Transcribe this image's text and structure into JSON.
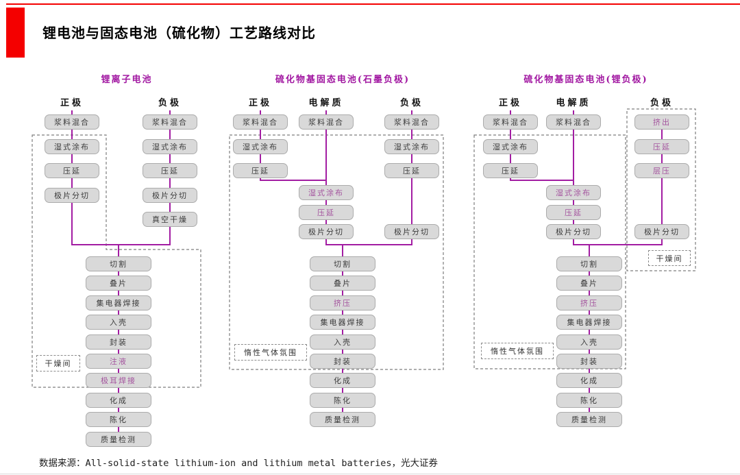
{
  "page": {
    "title": "锂电池与固态电池（硫化物）工艺路线对比",
    "source": "数据来源：All-solid-state lithium-ion and lithium metal batteries，光大证券"
  },
  "colors": {
    "accent_red": "#F40000",
    "connector_purple": "#A21CA2",
    "highlight_text_purple": "#A4549E",
    "diagram_title_purple": "#A117A1",
    "box_fill": "#D9D9D9",
    "box_border": "#ABABAB"
  },
  "diagrams": [
    {
      "title": "锂离子电池",
      "columns": [
        {
          "header": "正极",
          "steps": [
            {
              "label": "浆料混合"
            },
            {
              "label": "湿式涂布"
            },
            {
              "label": "压延"
            },
            {
              "label": "极片分切"
            }
          ]
        },
        {
          "header": "负极",
          "steps": [
            {
              "label": "浆料混合"
            },
            {
              "label": "湿式涂布"
            },
            {
              "label": "压延"
            },
            {
              "label": "极片分切"
            },
            {
              "label": "真空干燥"
            }
          ]
        }
      ],
      "merged_steps": [
        {
          "label": "切割"
        },
        {
          "label": "叠片"
        },
        {
          "label": "集电器焊接"
        },
        {
          "label": "入壳"
        },
        {
          "label": "封装"
        },
        {
          "label": "注液",
          "highlight": true
        },
        {
          "label": "极耳焊接",
          "highlight": true
        },
        {
          "label": "化成"
        },
        {
          "label": "陈化"
        },
        {
          "label": "质量检测"
        }
      ],
      "zone_labels": [
        {
          "text": "干燥间"
        }
      ]
    },
    {
      "title": "硫化物基固态电池(石墨负极)",
      "columns": [
        {
          "header": "正极",
          "steps": [
            {
              "label": "浆料混合"
            },
            {
              "label": "湿式涂布"
            },
            {
              "label": "压延"
            }
          ]
        },
        {
          "header": "电解质",
          "steps": [
            {
              "label": "浆料混合"
            },
            {
              "label": "湿式涂布",
              "highlight": true
            },
            {
              "label": "压延",
              "highlight": true
            },
            {
              "label": "极片分切"
            }
          ]
        },
        {
          "header": "负极",
          "steps": [
            {
              "label": "浆料混合"
            },
            {
              "label": "湿式涂布"
            },
            {
              "label": "压延"
            },
            {
              "label": "极片分切"
            }
          ]
        }
      ],
      "merged_steps": [
        {
          "label": "切割"
        },
        {
          "label": "叠片"
        },
        {
          "label": "挤压",
          "highlight": true
        },
        {
          "label": "集电器焊接"
        },
        {
          "label": "入壳"
        },
        {
          "label": "封装"
        },
        {
          "label": "化成"
        },
        {
          "label": "陈化"
        },
        {
          "label": "质量检测"
        }
      ],
      "zone_labels": [
        {
          "text": "惰性气体氛围"
        }
      ]
    },
    {
      "title": "硫化物基固态电池(锂负极)",
      "columns": [
        {
          "header": "正极",
          "steps": [
            {
              "label": "浆料混合"
            },
            {
              "label": "湿式涂布"
            },
            {
              "label": "压延"
            }
          ]
        },
        {
          "header": "电解质",
          "steps": [
            {
              "label": "浆料混合"
            },
            {
              "label": "湿式涂布",
              "highlight": true
            },
            {
              "label": "压延",
              "highlight": true
            },
            {
              "label": "极片分切"
            }
          ]
        },
        {
          "header": "负极",
          "steps": [
            {
              "label": "挤出",
              "highlight": true
            },
            {
              "label": "压延",
              "highlight": true
            },
            {
              "label": "层压",
              "highlight": true
            },
            {
              "label": "极片分切"
            }
          ]
        }
      ],
      "merged_steps": [
        {
          "label": "切割"
        },
        {
          "label": "叠片"
        },
        {
          "label": "挤压",
          "highlight": true
        },
        {
          "label": "集电器焊接"
        },
        {
          "label": "入壳"
        },
        {
          "label": "封装"
        },
        {
          "label": "化成"
        },
        {
          "label": "陈化"
        },
        {
          "label": "质量检测"
        }
      ],
      "zone_labels": [
        {
          "text": "惰性气体氛围"
        },
        {
          "text": "干燥间"
        }
      ]
    }
  ]
}
